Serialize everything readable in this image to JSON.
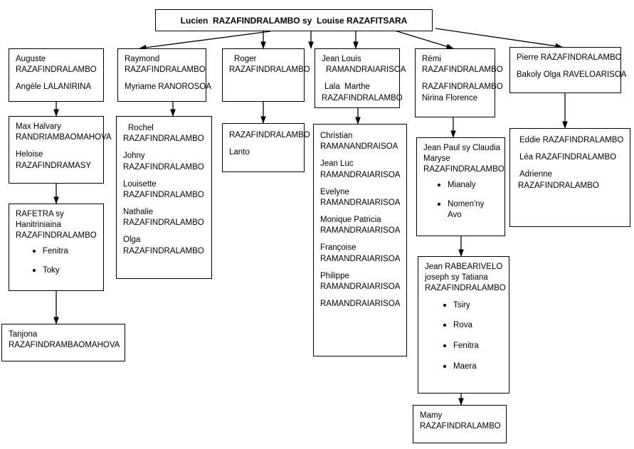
{
  "diagram": {
    "type": "family-tree",
    "title": "Lucien RAZAFINDRALAMBO family tree",
    "stroke_color": "#000000",
    "background_color": "#ffffff"
  },
  "root": {
    "label": "Lucien  RAZAFINDRALAMBO sy  Louise RAZAFITSARA"
  },
  "branches": [
    {
      "id": "auguste",
      "generation1": {
        "line1": "Auguste",
        "line2": "RAZAFINDRALAMBO",
        "line3": "Angèle LALANIRINA"
      },
      "generation2": {
        "line1": "Max Halvary",
        "line2": "RANDRIAMBAOMAHOVA",
        "line3": "Heloise",
        "line4": "RAZAFINDRAMASY"
      },
      "generation3": {
        "line1": "RAFETRA sy",
        "line2": "Hanitriniaina",
        "line3": "RAZAFINDRALAMBO",
        "children": [
          "Fenitra",
          "Toky"
        ]
      },
      "generation4": {
        "line1": "Tanjona",
        "line2": "RAZAFINDRAMBAOMAHOVA"
      }
    },
    {
      "id": "raymond",
      "generation1": {
        "line1": "Raymond",
        "line2": "RAZAFINDRALAMBO",
        "line3": "Myriame RANOROSOA"
      },
      "generation2": {
        "entries": [
          {
            "first": "Rochel",
            "last": "RAZAFINDRALAMBO"
          },
          {
            "first": "Johny",
            "last": "RAZAFINDRALAMBO"
          },
          {
            "first": "Louisette",
            "last": "RAZAFINDRALAMBO"
          },
          {
            "first": "Nathalie",
            "last": "RAZAFINDRALAMBO"
          },
          {
            "first": "Olga",
            "last": "RAZAFINDRALAMBO"
          }
        ]
      }
    },
    {
      "id": "roger",
      "generation1": {
        "line1": "Roger",
        "line2": "RAZAFINDRALAMBO"
      },
      "generation2": {
        "line1": "RAZAFINDRALAMBO",
        "line2": "Lanto"
      }
    },
    {
      "id": "jean-louis",
      "generation1": {
        "line1": "Jean Louis",
        "line2": "RAMANDRAIARISOA",
        "line3": "Lala  Marthe",
        "line4": "RAZAFINDRALAMBO"
      },
      "generation2": {
        "entries": [
          {
            "first": "Christian",
            "last": "RAMANANDRAISOA"
          },
          {
            "first": "Jean Luc",
            "last": "RAMANDRAIARISOA"
          },
          {
            "first": "Evelyne",
            "last": "RAMANDRAIARISOA"
          },
          {
            "first": "Monique Patricia",
            "last": "RAMANDRAIARISOA"
          },
          {
            "first": "Françoise",
            "last": "RAMANDRAIARISOA"
          },
          {
            "first": "Philippe",
            "last": "RAMANDRAIARISOA"
          },
          {
            "first": "",
            "last": "RAMANDRAIARISOA"
          }
        ]
      }
    },
    {
      "id": "remi",
      "generation1": {
        "line1": "Rémi",
        "line2": "RAZAFINDRALAMBO",
        "line3": "RAZAFINDRALAMBO",
        "line4": "Nirina Florence"
      },
      "generation2": {
        "line1": "Jean Paul sy Claudia",
        "line2": "Maryse",
        "line3": "RAZAFINDRALAMBO",
        "children": [
          "Mianaly",
          "Nomen'ny Avo"
        ]
      },
      "generation3": {
        "line1": "Jean RABEARIVELO",
        "line2": "joseph sy Tatiana",
        "line3": "RAZAFINDRALAMBO",
        "children": [
          "Tsiry",
          "Rova",
          "Fenitra",
          "Maera"
        ]
      },
      "generation4": {
        "line1": "Mamy",
        "line2": "RAZAFINDRALAMBO"
      }
    },
    {
      "id": "pierre",
      "generation1": {
        "line1": "Pierre RAZAFINDRALAMBO",
        "line2": "Bakoly Olga RAVELOARISOA"
      },
      "generation2": {
        "line1": "Eddie RAZAFINDRALAMBO",
        "line2": "Léa RAZAFINDRALAMBO",
        "line3": "Adrienne",
        "line4": "RAZAFINDRALAMBO"
      }
    }
  ]
}
